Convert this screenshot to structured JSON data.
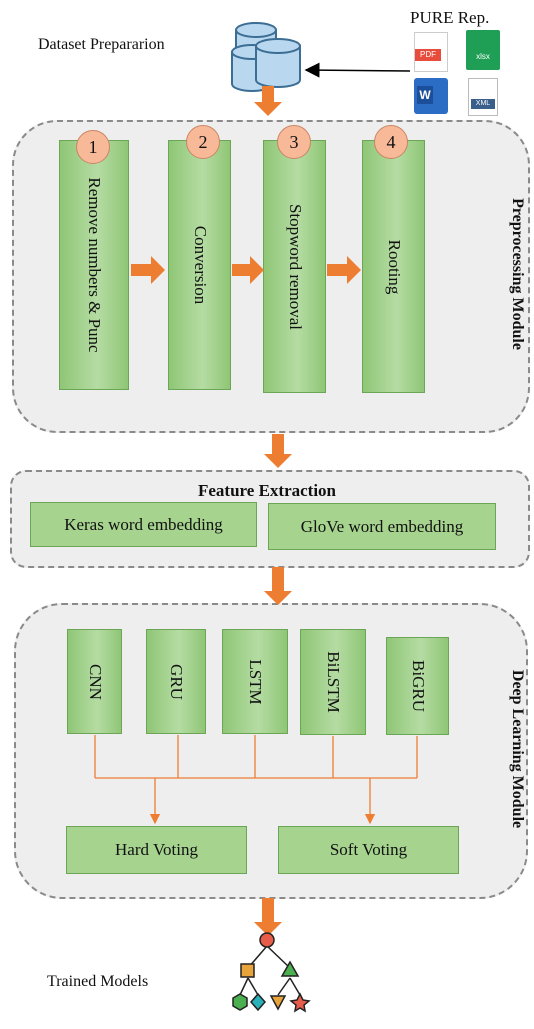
{
  "dataset": {
    "label": "Dataset Prepararion",
    "repo_label": "PURE Rep.",
    "file_icons": [
      "PDF",
      "xlsx",
      "W",
      "XML"
    ]
  },
  "preprocessing": {
    "title": "Preprocessing Module",
    "steps": [
      {
        "num": "1",
        "label": "Remove numbers & Punc"
      },
      {
        "num": "2",
        "label": "Conversion"
      },
      {
        "num": "3",
        "label": "Stopword removal"
      },
      {
        "num": "4",
        "label": "Rooting"
      }
    ]
  },
  "feature": {
    "title": "Feature Extraction",
    "items": [
      "Keras word embedding",
      "GloVe word embedding"
    ]
  },
  "deep": {
    "title": "Deep Learning Module",
    "models": [
      "CNN",
      "GRU",
      "LSTM",
      "BiLSTM",
      "BiGRU"
    ],
    "voting": [
      "Hard Voting",
      "Soft Voting"
    ]
  },
  "output": {
    "label": "Trained Models"
  },
  "colors": {
    "arrow": "#ed7d31",
    "box_green": "#9fd18b",
    "module_bg": "#eeeeee",
    "circle": "#f7b998"
  }
}
